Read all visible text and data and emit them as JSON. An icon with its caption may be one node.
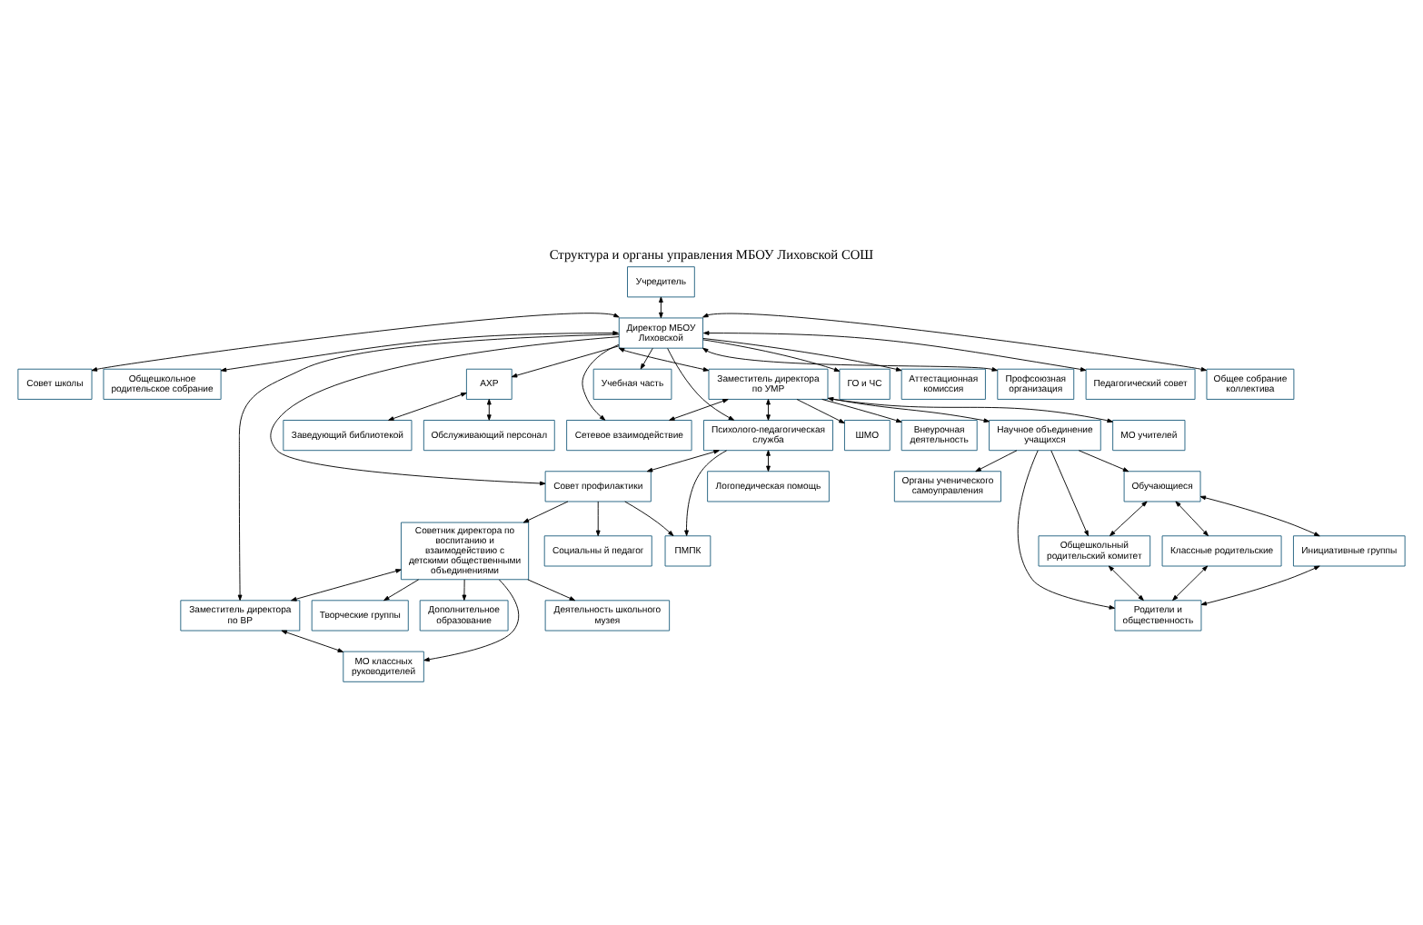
{
  "diagram": {
    "title": "Структура и органы управления МБОУ Лиховской СОШ",
    "nodes": [
      {
        "text": [
          "Учредитель"
        ]
      },
      {
        "text": [
          "Совет школы"
        ]
      },
      {
        "text": [
          "Общешкольное родительское собрание"
        ]
      },
      {
        "text": [
          "Директор МБОУ Лиховской"
        ]
      },
      {
        "text": [
          "Общее собрание коллектива"
        ]
      },
      {
        "text": [
          "Педагогический совет"
        ]
      },
      {
        "text": [
          "Профсоюзная организация"
        ]
      },
      {
        "text": [
          "Учебная часть"
        ]
      },
      {
        "text": [
          "АХР"
        ]
      },
      {
        "text": [
          "ГО и ЧС"
        ]
      },
      {
        "text": [
          "Аттестационная комиссия"
        ]
      },
      {
        "text": [
          "Обслуживающий персонал"
        ]
      },
      {
        "text": [
          "Заведующий библиотекой"
        ]
      },
      {
        "text": [
          "Сетевое взаимодействие"
        ]
      },
      {
        "text": [
          "Заместитель директора по УМР"
        ]
      },
      {
        "text": [
          "Психолого-педагогическая служба"
        ]
      },
      {
        "text": [
          "Совет профилактики"
        ]
      },
      {
        "text": [
          "Советник директора по воспитанию и взаимодействию с детскими общественными объединениями"
        ]
      },
      {
        "text": [
          "Заместитель директора по ВР"
        ]
      },
      {
        "text": [
          "Научное объединение учащихся"
        ]
      },
      {
        "text": [
          "МО учителей"
        ]
      },
      {
        "text": [
          "ШМО"
        ]
      },
      {
        "text": [
          "Внеурочная деятельность"
        ]
      },
      {
        "text": [
          "ПМПК"
        ]
      },
      {
        "text": [
          "Логопедическая помощь"
        ]
      },
      {
        "text": [
          "Социальны й педагог"
        ]
      },
      {
        "text": [
          "МО классных руководителей"
        ]
      },
      {
        "text": [
          "Деятельность школьного музея"
        ]
      },
      {
        "text": [
          "Творческие группы"
        ]
      },
      {
        "text": [
          "Дополнительное образование"
        ]
      },
      {
        "text": [
          "Органы ученического самоуправления"
        ]
      },
      {
        "text": [
          "Обучающиеся"
        ]
      },
      {
        "text": [
          "Общешкольный родительский комитет"
        ]
      },
      {
        "text": [
          "Классные родительские"
        ]
      },
      {
        "text": [
          "Инициативные группы"
        ]
      },
      {
        "text": [
          "Родители и общественность"
        ]
      }
    ],
    "edges": [
      {
        "from": 0,
        "to": 3,
        "arrow": "both"
      },
      {
        "from": 3,
        "to": 1,
        "arrow": "both"
      },
      {
        "from": 3,
        "to": 2,
        "arrow": "both"
      },
      {
        "from": 3,
        "to": 4,
        "arrow": "both"
      },
      {
        "from": 3,
        "to": 5,
        "arrow": "both"
      },
      {
        "from": 3,
        "to": 6,
        "arrow": "both"
      },
      {
        "from": 3,
        "to": 7,
        "arrow": "to"
      },
      {
        "from": 3,
        "to": 8,
        "arrow": "to"
      },
      {
        "from": 8,
        "to": 11,
        "arrow": "both"
      },
      {
        "from": 8,
        "to": 12,
        "arrow": "both"
      },
      {
        "from": 3,
        "to": 9,
        "arrow": "to"
      },
      {
        "from": 3,
        "to": 10,
        "arrow": "to"
      },
      {
        "from": 3,
        "to": 13,
        "arrow": "to"
      },
      {
        "from": 3,
        "to": 14,
        "arrow": "both"
      },
      {
        "from": 3,
        "to": 15,
        "arrow": "to"
      },
      {
        "from": 3,
        "to": 16,
        "arrow": "to"
      },
      {
        "from": 3,
        "to": 18,
        "arrow": "to"
      },
      {
        "from": 14,
        "to": 13,
        "arrow": "both"
      },
      {
        "from": 14,
        "to": 19,
        "arrow": "both"
      },
      {
        "from": 14,
        "to": 15,
        "arrow": "both"
      },
      {
        "from": 14,
        "to": 20,
        "arrow": "to"
      },
      {
        "from": 14,
        "to": 21,
        "arrow": "to"
      },
      {
        "from": 14,
        "to": 22,
        "arrow": "to"
      },
      {
        "from": 15,
        "to": 16,
        "arrow": "both"
      },
      {
        "from": 15,
        "to": 24,
        "arrow": "both"
      },
      {
        "from": 15,
        "to": 23,
        "arrow": "to"
      },
      {
        "from": 16,
        "to": 23,
        "arrow": "to"
      },
      {
        "from": 16,
        "to": 25,
        "arrow": "to"
      },
      {
        "from": 16,
        "to": 17,
        "arrow": "to"
      },
      {
        "from": 17,
        "to": 18,
        "arrow": "both"
      },
      {
        "from": 18,
        "to": 26,
        "arrow": "both"
      },
      {
        "from": 17,
        "to": 26,
        "arrow": "to"
      },
      {
        "from": 17,
        "to": 27,
        "arrow": "to"
      },
      {
        "from": 17,
        "to": 28,
        "arrow": "to"
      },
      {
        "from": 17,
        "to": 29,
        "arrow": "to"
      },
      {
        "from": 19,
        "to": 30,
        "arrow": "to"
      },
      {
        "from": 19,
        "to": 31,
        "arrow": "to"
      },
      {
        "from": 19,
        "to": 32,
        "arrow": "to"
      },
      {
        "from": 19,
        "to": 35,
        "arrow": "to"
      },
      {
        "from": 31,
        "to": 32,
        "arrow": "both"
      },
      {
        "from": 31,
        "to": 33,
        "arrow": "both"
      },
      {
        "from": 31,
        "to": 34,
        "arrow": "both"
      },
      {
        "from": 32,
        "to": 35,
        "arrow": "both"
      },
      {
        "from": 33,
        "to": 35,
        "arrow": "both"
      },
      {
        "from": 34,
        "to": 35,
        "arrow": "both"
      }
    ]
  }
}
